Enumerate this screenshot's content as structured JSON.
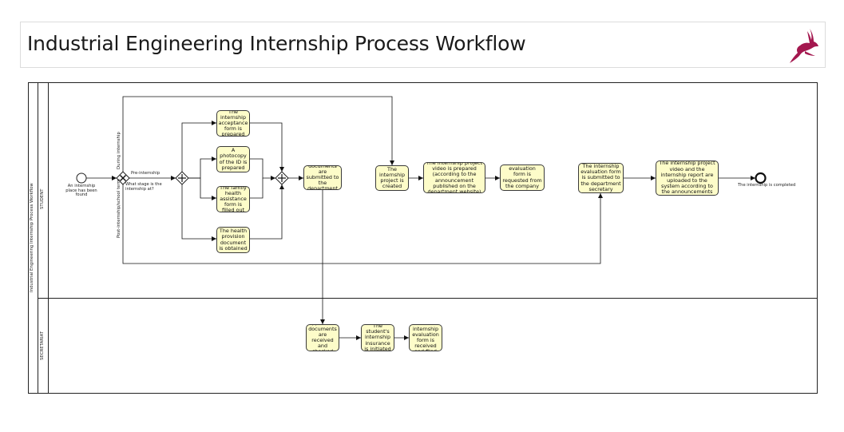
{
  "title": "Industrial Engineering Internship Process Workflow",
  "pool": {
    "name": "Industrial Engineering Internship Process Workflow",
    "lanes": [
      "STUDENT",
      "SECRETARIAT"
    ]
  },
  "events": {
    "start": "An internship place has been found",
    "end": "The internship is completed"
  },
  "gateway": {
    "question": "What stage is the internship at?",
    "paths": {
      "pre": "Pre-internship",
      "during": "During internship",
      "post": "Post-internship/school term"
    }
  },
  "tasks": {
    "acceptance_form": "The internship acceptance form is prepared",
    "id_photocopy": "A photocopy of the ID is prepared",
    "family_form": "The family health assistance form is filled out",
    "health_document": "The health provision document is obtained",
    "submit_documents": "The documents are submitted to the department secretary",
    "project_created": "The internship project is created",
    "project_video": "The internship project video is prepared (according to the announcement published on the department website)",
    "sealed_form": "A sealed evaluation form is requested from the company supervisor",
    "eval_submitted": "The internship evaluation form is submitted to the department secretary",
    "upload_report": "The internship project video and the internship report are uploaded to the system according to the announcements",
    "docs_received": "Application documents are received and checked",
    "insurance": "The student's internship insurance is initiated",
    "eval_filed": "The internship evaluation form is received and filed"
  },
  "colors": {
    "task_fill": "#fdfcc9",
    "line": "#222222",
    "logo": "#a4184f"
  },
  "icons": [
    "logo-deer-icon",
    "exclusive-gateway-icon",
    "parallel-gateway-icon"
  ]
}
